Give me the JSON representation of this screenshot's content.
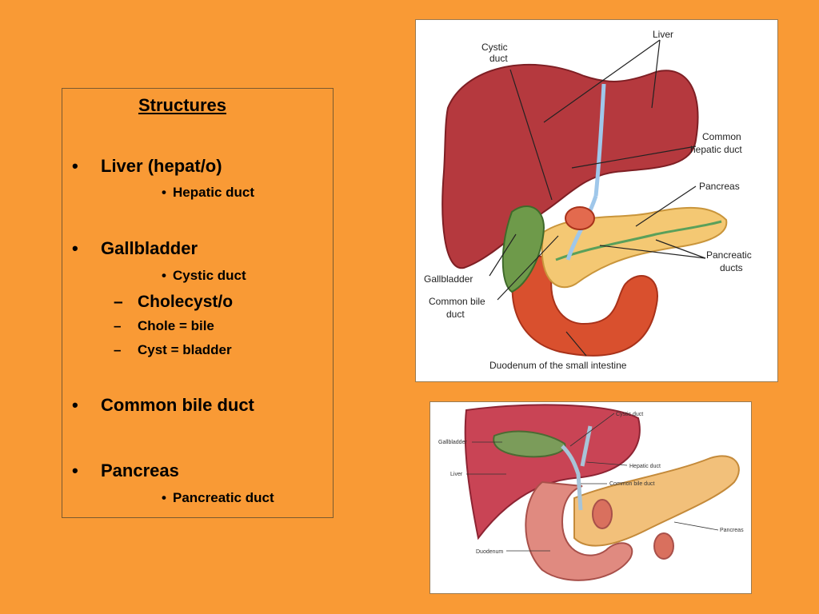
{
  "structures": {
    "title": "Structures",
    "items": [
      {
        "bullet": "•",
        "text": "Liver (hepat/o)"
      },
      {
        "bullet": "•",
        "text": "Hepatic duct"
      },
      {
        "bullet": "•",
        "text": "Gallbladder"
      },
      {
        "bullet": "•",
        "text": "Cystic duct"
      },
      {
        "bullet": "–",
        "text": "Cholecyst/o"
      },
      {
        "bullet": "–",
        "text": "Chole = bile"
      },
      {
        "bullet": "–",
        "text": "Cyst = bladder"
      },
      {
        "bullet": "•",
        "text": "Common bile duct"
      },
      {
        "bullet": "•",
        "text": "Pancreas"
      },
      {
        "bullet": "•",
        "text": "Pancreatic duct"
      }
    ]
  },
  "diagram1": {
    "labels": {
      "cystic_1": "Cystic",
      "cystic_2": "duct",
      "liver": "Liver",
      "common_hepatic_1": "Common",
      "common_hepatic_2": "hepatic duct",
      "pancreas": "Pancreas",
      "pancreatic_1": "Pancreatic",
      "pancreatic_2": "ducts",
      "gallbladder": "Gallbladder",
      "common_bile_1": "Common bile",
      "common_bile_2": "duct",
      "duodenum": "Duodenum of the small intestine"
    }
  },
  "diagram2": {
    "labels": {
      "cystic_duct": "Cystic duct",
      "gallbladder": "Gallbladder",
      "hepatic_duct": "Hepatic duct",
      "liver": "Liver",
      "common_bile_duct": "Common bile duct",
      "pancreas": "Pancreas",
      "duodenum": "Duodenum"
    }
  }
}
